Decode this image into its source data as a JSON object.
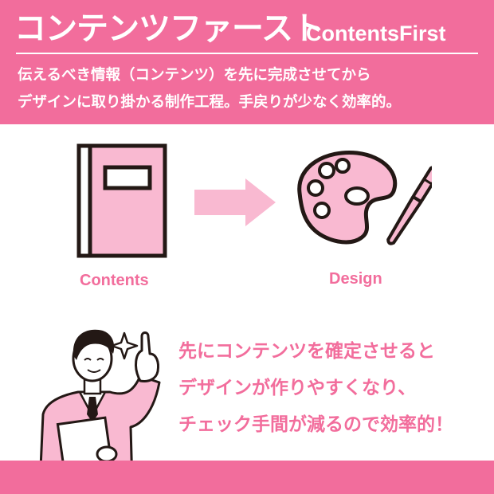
{
  "header": {
    "title_jp": "コンテンツファースト",
    "title_en": "ContentsFirst",
    "desc_line1": "伝えるべき情報（コンテンツ）を先に完成させてから",
    "desc_line2": "デザインに取り掛かる制作工程。手戻りが少なく効率的。"
  },
  "diagram": {
    "left_label": "Contents",
    "right_label": "Design",
    "left_icon": "book-icon",
    "arrow_icon": "arrow-right-icon",
    "right_icon": "palette-brush-icon"
  },
  "message": {
    "line1": "先にコンテンツを確定させると",
    "line2": "デザインが作りやすくなり、",
    "line3": "チェック手間が減るので効率的！"
  },
  "colors": {
    "accent": "#f26d9c",
    "light_pink": "#f9b9d1",
    "outline": "#231815"
  }
}
